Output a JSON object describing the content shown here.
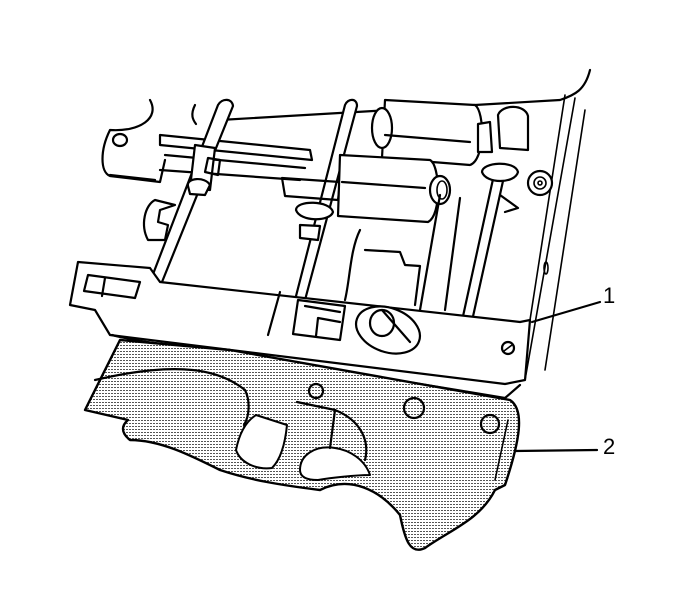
{
  "diagram": {
    "type": "technical-line-illustration",
    "subject": "seat adjuster assembly with front trim panel",
    "callouts": [
      {
        "number": "1",
        "label": "1",
        "target": "front bracket / mounting rail"
      },
      {
        "number": "2",
        "label": "2",
        "target": "shaded trim cover (component being removed/installed)"
      }
    ],
    "colors": {
      "line": "#000000",
      "background": "#ffffff",
      "highlight_pattern": "dotted gray stipple"
    }
  }
}
